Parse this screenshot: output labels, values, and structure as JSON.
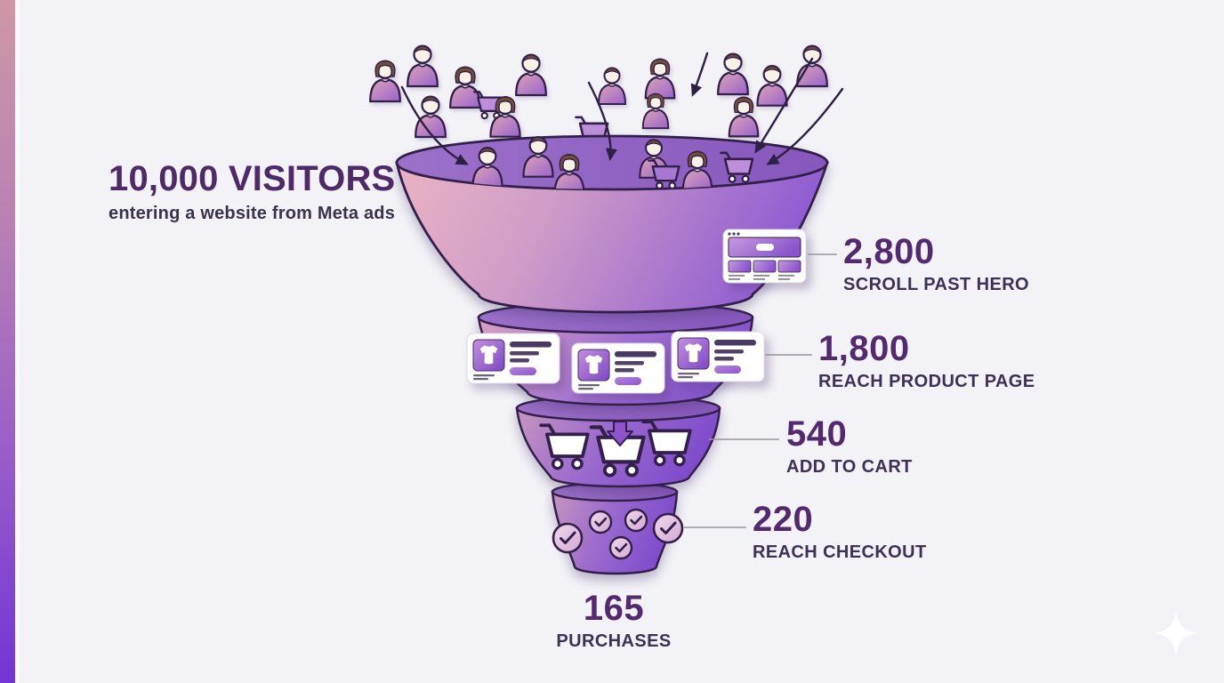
{
  "header": {
    "title": "10,000 VISITORS",
    "subtitle": "entering a website from Meta ads"
  },
  "stages": [
    {
      "value": "2,800",
      "label": "SCROLL PAST HERO"
    },
    {
      "value": "1,800",
      "label": "REACH PRODUCT PAGE"
    },
    {
      "value": "540",
      "label": "ADD TO CART"
    },
    {
      "value": "220",
      "label": "REACH CHECKOUT"
    },
    {
      "value": "165",
      "label": "PURCHASES"
    }
  ],
  "icons": [
    "person-icon",
    "shopping-cart-icon",
    "down-arrow-icon",
    "browser-hero-icon",
    "product-card-icon",
    "tshirt-icon",
    "add-to-cart-arrow-icon",
    "checkmark-badge-icon",
    "sparkle-icon"
  ],
  "colors": {
    "background": "#f3f2f7",
    "accent_bar_top": "#cf96a6",
    "accent_bar_bottom": "#7335d4",
    "funnel_pink": "#e8b3c3",
    "funnel_purple": "#8a58d0",
    "outline": "#33204a",
    "number_text": "#532a70",
    "label_text": "#3e3155",
    "title_text": "#4e2a68",
    "subtitle_text": "#3b3349"
  },
  "chart_data": {
    "type": "funnel",
    "title": "10,000 VISITORS entering a website from Meta ads",
    "categories": [
      "VISITORS",
      "SCROLL PAST HERO",
      "REACH PRODUCT PAGE",
      "ADD TO CART",
      "REACH CHECKOUT",
      "PURCHASES"
    ],
    "values": [
      10000,
      2800,
      1800,
      540,
      220,
      165
    ],
    "legend": "none",
    "orientation": "vertical-funnel"
  }
}
